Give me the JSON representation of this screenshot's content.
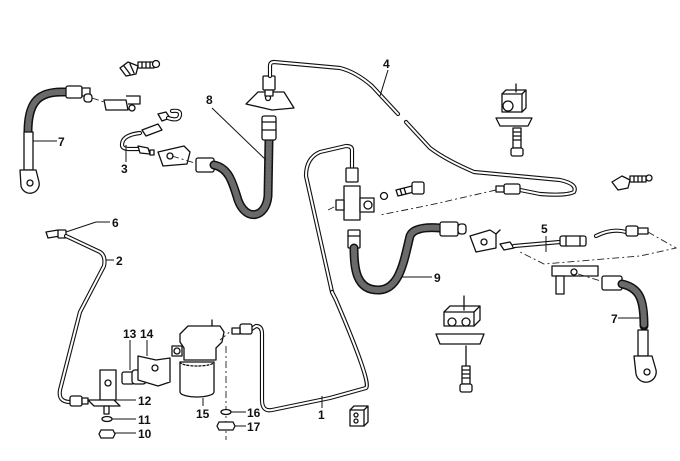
{
  "diagram": {
    "title": "Brake lines exploded parts diagram",
    "callouts": {
      "c1": "1",
      "c2": "2",
      "c3": "3",
      "c4": "4",
      "c5": "5",
      "c6": "6",
      "c7a": "7",
      "c7b": "7",
      "c8": "8",
      "c9": "9",
      "c10": "10",
      "c11": "11",
      "c12": "12",
      "c13": "13",
      "c14": "14",
      "c15": "15",
      "c16": "16",
      "c17": "17"
    },
    "parts": [
      {
        "number": "1",
        "name": "brake pipe (lower loop)"
      },
      {
        "number": "2",
        "name": "brake pipe (left)"
      },
      {
        "number": "3",
        "name": "brake pipe (short bent)"
      },
      {
        "number": "4",
        "name": "brake pipe (upper long)"
      },
      {
        "number": "5",
        "name": "brake pipe (right)"
      },
      {
        "number": "6",
        "name": "pipe fitting"
      },
      {
        "number": "7",
        "name": "brake hose with banjo"
      },
      {
        "number": "8",
        "name": "brake hose (left)"
      },
      {
        "number": "9",
        "name": "brake hose (center)"
      },
      {
        "number": "10",
        "name": "nut"
      },
      {
        "number": "11",
        "name": "washer"
      },
      {
        "number": "12",
        "name": "bracket"
      },
      {
        "number": "13",
        "name": "connector"
      },
      {
        "number": "14",
        "name": "bracket plate"
      },
      {
        "number": "15",
        "name": "pressure regulator / filter"
      },
      {
        "number": "16",
        "name": "washer"
      },
      {
        "number": "17",
        "name": "nut"
      }
    ],
    "watermark": "",
    "line_color": "#111111",
    "background": "#ffffff"
  }
}
